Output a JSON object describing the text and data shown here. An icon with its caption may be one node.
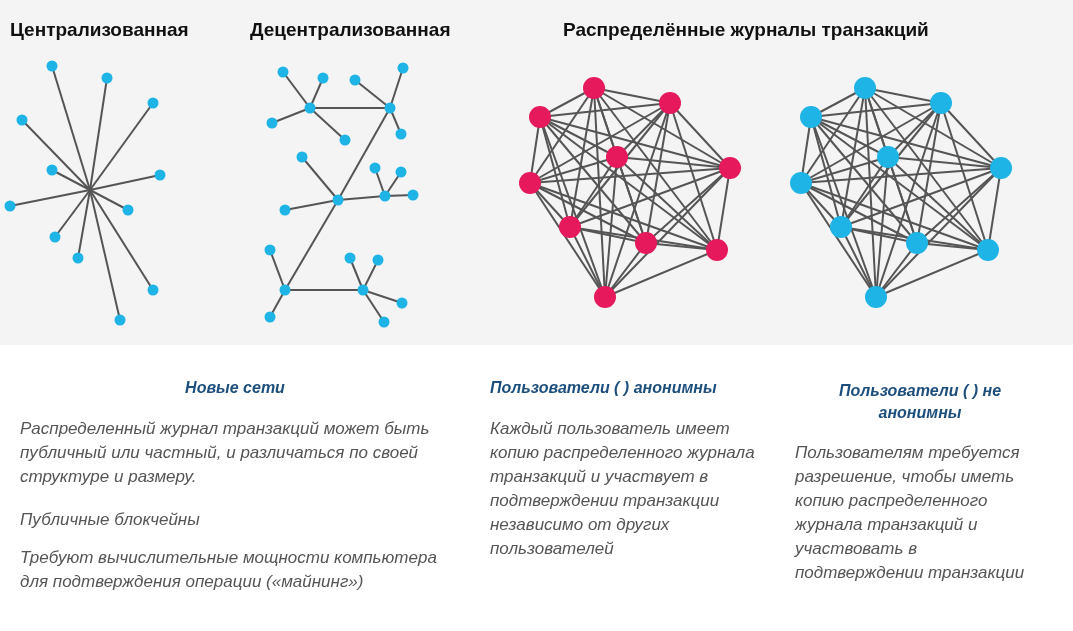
{
  "diagram": {
    "labels": [
      "Централизованная",
      "Децентрализованная",
      "Распределённые журналы транзакций",
      "Новые сети",
      "Пользователи ( ) анонимны",
      "Пользователи ( ) не анонимны",
      "Распределенный журнал транзакций может быть публичный или частный, и различаться по своей структуре и размеру.",
      "Публичные блокчейны",
      "Требуют вычислительные мощности компьютера для подтверждения операции («майнинг»)",
      "Каждый пользователь имеет копию распределенного журнала транзакций и участвует в подтверждении транзакции независимо от других пользователей",
      "Пользователям требуется разрешение, чтобы иметь копию распределенного журнала транзакций и участвовать в подтверждении транзакции"
    ]
  }
}
